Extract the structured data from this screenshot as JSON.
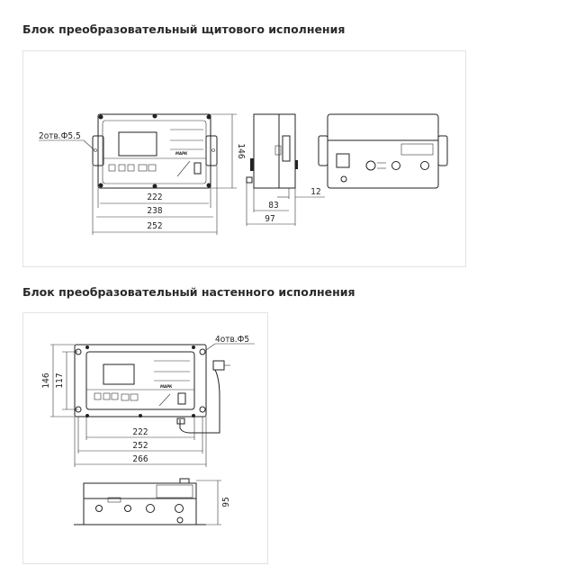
{
  "sections": [
    {
      "title": "Блок преобразовательный щитового исполнения",
      "drawing": {
        "callout": "2отв.Ф5.5",
        "dims": {
          "width_inner": "222",
          "width_mid": "238",
          "width_outer": "252",
          "height": "146",
          "depth_front": "12",
          "depth_body": "83",
          "depth_total": "97"
        },
        "panel_texts": {
          "brand": "МАРК"
        }
      }
    },
    {
      "title": "Блок преобразовательный настенного исполнения",
      "drawing": {
        "callout": "4отв.Ф5",
        "dims": {
          "height_outer": "146",
          "height_holes": "117",
          "width_inner": "222",
          "width_mid": "252",
          "width_outer": "266",
          "depth": "95"
        },
        "panel_texts": {
          "brand": "МАРК"
        }
      }
    }
  ]
}
